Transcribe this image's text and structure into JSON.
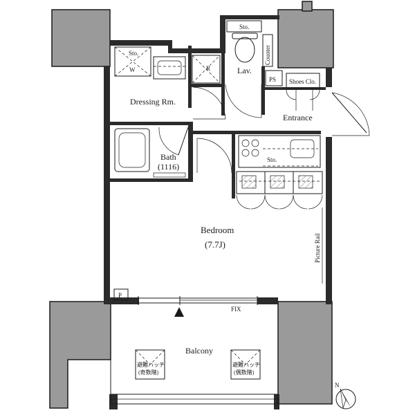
{
  "rooms": {
    "dressing": "Dressing Rm.",
    "bath": "Bath",
    "bath_size": "(1116)",
    "lav": "Lav.",
    "entrance": "Entrance",
    "bedroom": "Bedroom",
    "bedroom_size": "(7.7J)",
    "balcony": "Balcony"
  },
  "fixtures": {
    "sto_dressing": "Sto.",
    "w": "W",
    "r": "R",
    "sto_lav": "Sto.",
    "counter": "Counter",
    "ps": "PS",
    "shoes_closet": "Shoes Clo.",
    "sto_kitchen": "Sto.",
    "picture_rail": "Picture Rail",
    "p": "P",
    "fix": "FIX"
  },
  "hatches": {
    "left_line1": "避難ハッチ",
    "left_line2": "(奇数階)",
    "right_line1": "避難ハッチ",
    "right_line2": "(偶数階)"
  },
  "compass": {
    "north": "N"
  }
}
